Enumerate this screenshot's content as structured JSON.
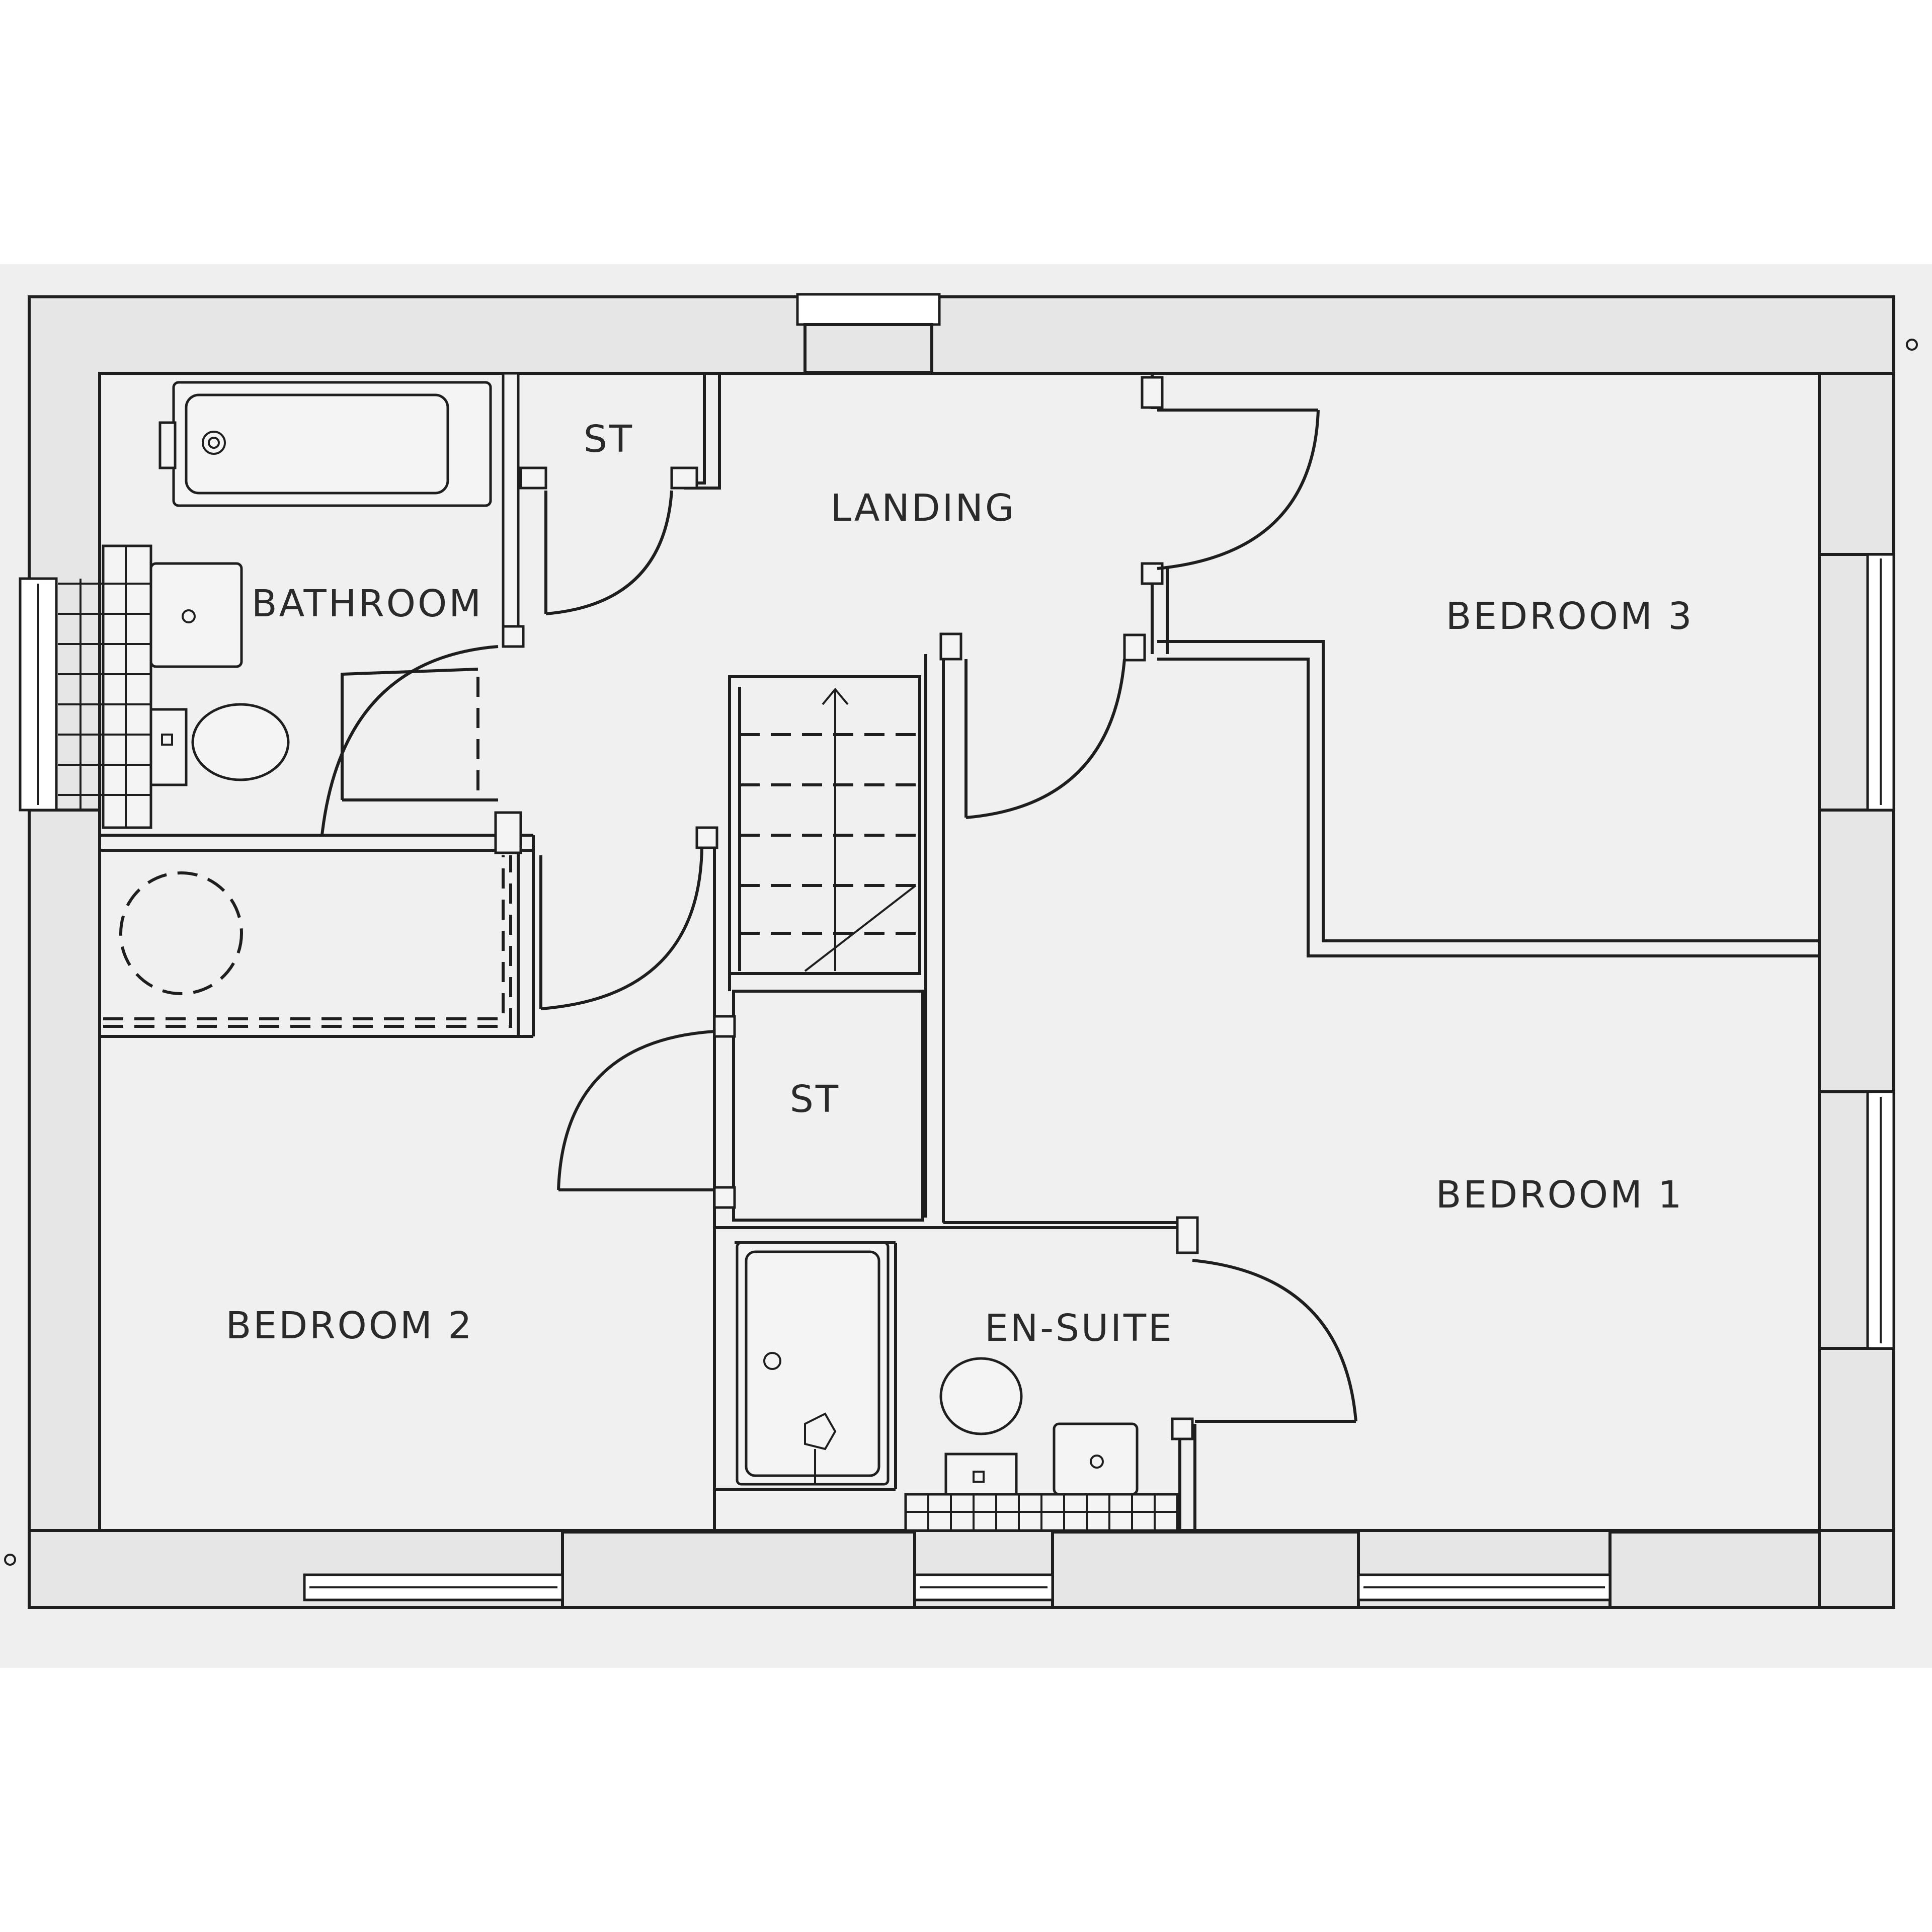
{
  "rooms": {
    "bathroom": "BATHROOM",
    "store_top": "ST",
    "landing": "LANDING",
    "bedroom3": "BEDROOM 3",
    "store_mid": "ST",
    "bedroom1": "BEDROOM 1",
    "bedroom2": "BEDROOM 2",
    "ensuite": "EN-SUITE"
  },
  "colors": {
    "wall_fill": "#e6e6e6",
    "floor": "#f0f0f0",
    "line": "#1e1e1e"
  }
}
